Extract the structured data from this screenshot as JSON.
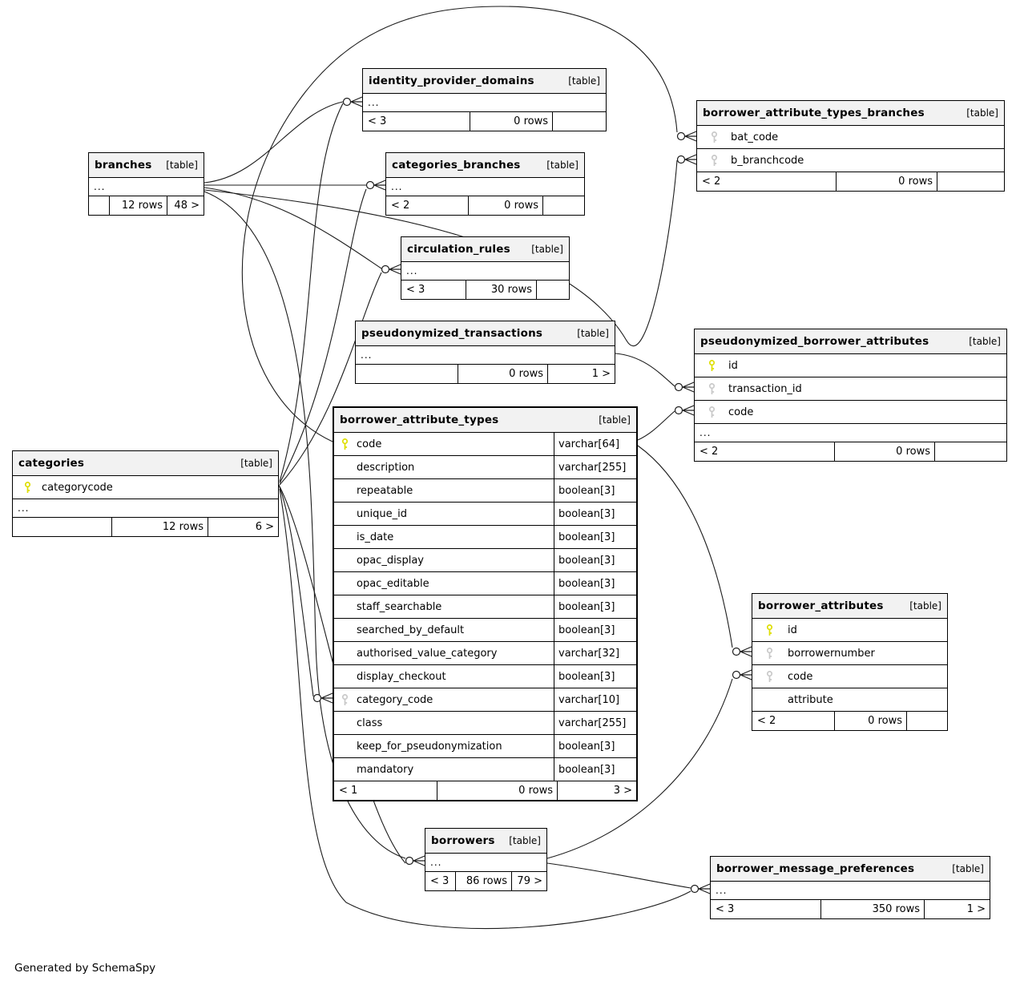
{
  "page": {
    "generator_note": "Generated by SchemaSpy"
  },
  "colors": {
    "background": "#ffffff",
    "header_bg": "#f2f2f2",
    "border": "#000000",
    "edge": "#1c1c1c",
    "pk_key": "#dede00",
    "fk_key": "#c9c9c9"
  },
  "tables": [
    {
      "id": "identity_provider_domains",
      "name": "identity_provider_domains",
      "badge": "[table]",
      "columns": [
        {
          "ellipsis": true
        }
      ],
      "footer": [
        "< 3",
        "0 rows",
        ""
      ]
    },
    {
      "id": "borrower_attribute_types_branches",
      "name": "borrower_attribute_types_branches",
      "badge": "[table]",
      "columns": [
        {
          "name": "bat_code",
          "key": "fk"
        },
        {
          "name": "b_branchcode",
          "key": "fk"
        }
      ],
      "footer": [
        "< 2",
        "0 rows",
        ""
      ]
    },
    {
      "id": "branches",
      "name": "branches",
      "badge": "[table]",
      "columns": [
        {
          "ellipsis": true
        }
      ],
      "footer": [
        "",
        "12 rows",
        "48 >"
      ]
    },
    {
      "id": "categories_branches",
      "name": "categories_branches",
      "badge": "[table]",
      "columns": [
        {
          "ellipsis": true
        }
      ],
      "footer": [
        "< 2",
        "0 rows",
        ""
      ]
    },
    {
      "id": "circulation_rules",
      "name": "circulation_rules",
      "badge": "[table]",
      "columns": [
        {
          "ellipsis": true
        }
      ],
      "footer": [
        "< 3",
        "30 rows",
        ""
      ]
    },
    {
      "id": "pseudonymized_transactions",
      "name": "pseudonymized_transactions",
      "badge": "[table]",
      "columns": [
        {
          "ellipsis": true
        }
      ],
      "footer": [
        "",
        "0 rows",
        "1 >"
      ]
    },
    {
      "id": "pseudonymized_borrower_attributes",
      "name": "pseudonymized_borrower_attributes",
      "badge": "[table]",
      "columns": [
        {
          "name": "id",
          "key": "pk"
        },
        {
          "name": "transaction_id",
          "key": "fk"
        },
        {
          "name": "code",
          "key": "fk"
        },
        {
          "ellipsis": true
        }
      ],
      "footer": [
        "< 2",
        "0 rows",
        ""
      ]
    },
    {
      "id": "borrower_attribute_types",
      "name": "borrower_attribute_types",
      "badge": "[table]",
      "highlighted": true,
      "columns": [
        {
          "name": "code",
          "type": "varchar[64]",
          "key": "pk"
        },
        {
          "name": "description",
          "type": "varchar[255]"
        },
        {
          "name": "repeatable",
          "type": "boolean[3]"
        },
        {
          "name": "unique_id",
          "type": "boolean[3]"
        },
        {
          "name": "is_date",
          "type": "boolean[3]"
        },
        {
          "name": "opac_display",
          "type": "boolean[3]"
        },
        {
          "name": "opac_editable",
          "type": "boolean[3]"
        },
        {
          "name": "staff_searchable",
          "type": "boolean[3]"
        },
        {
          "name": "searched_by_default",
          "type": "boolean[3]"
        },
        {
          "name": "authorised_value_category",
          "type": "varchar[32]"
        },
        {
          "name": "display_checkout",
          "type": "boolean[3]"
        },
        {
          "name": "category_code",
          "type": "varchar[10]",
          "key": "fk"
        },
        {
          "name": "class",
          "type": "varchar[255]"
        },
        {
          "name": "keep_for_pseudonymization",
          "type": "boolean[3]"
        },
        {
          "name": "mandatory",
          "type": "boolean[3]"
        }
      ],
      "footer": [
        "< 1",
        "0 rows",
        "3 >"
      ]
    },
    {
      "id": "categories",
      "name": "categories",
      "badge": "[table]",
      "columns": [
        {
          "name": "categorycode",
          "key": "pk"
        },
        {
          "ellipsis": true
        }
      ],
      "footer": [
        "",
        "12 rows",
        "6 >"
      ]
    },
    {
      "id": "borrower_attributes",
      "name": "borrower_attributes",
      "badge": "[table]",
      "columns": [
        {
          "name": "id",
          "key": "pk"
        },
        {
          "name": "borrowernumber",
          "key": "fk"
        },
        {
          "name": "code",
          "key": "fk"
        },
        {
          "name": "attribute"
        }
      ],
      "footer": [
        "< 2",
        "0 rows",
        ""
      ]
    },
    {
      "id": "borrowers",
      "name": "borrowers",
      "badge": "[table]",
      "columns": [
        {
          "ellipsis": true
        }
      ],
      "footer": [
        "< 3",
        "86 rows",
        "79 >"
      ]
    },
    {
      "id": "borrower_message_preferences",
      "name": "borrower_message_preferences",
      "badge": "[table]",
      "columns": [
        {
          "ellipsis": true
        }
      ],
      "footer": [
        "< 3",
        "350 rows",
        "1 >"
      ]
    }
  ]
}
